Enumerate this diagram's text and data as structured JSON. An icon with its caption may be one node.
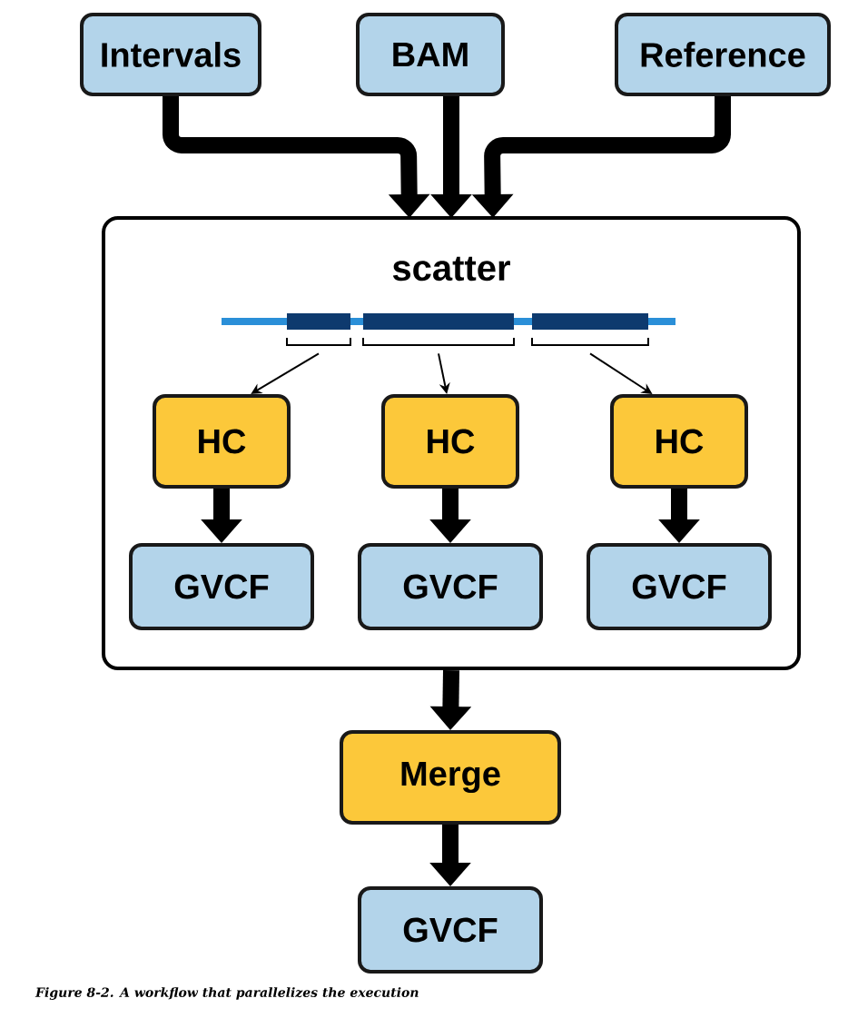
{
  "diagram": {
    "caption": "Figure 8-2. A workflow that parallelizes the execution",
    "nodes": [
      {
        "text": [
          "Intervals"
        ]
      },
      {
        "text": [
          "BAM"
        ]
      },
      {
        "text": [
          "Reference"
        ]
      },
      {
        "text": [
          "scatter"
        ]
      },
      {
        "text": [],
        "shape": "bar",
        "in": 3
      },
      {
        "text": [],
        "shape": "bar",
        "in": 3
      },
      {
        "text": [],
        "shape": "bar",
        "in": 3
      },
      {
        "text": [
          "HC"
        ],
        "in": 3
      },
      {
        "text": [
          "HC"
        ],
        "in": 3
      },
      {
        "text": [
          "HC"
        ],
        "in": 3
      },
      {
        "text": [
          "GVCF"
        ],
        "in": 3
      },
      {
        "text": [
          "GVCF"
        ],
        "in": 3
      },
      {
        "text": [
          "GVCF"
        ],
        "in": 3
      },
      {
        "text": [
          "Merge"
        ]
      },
      {
        "text": [
          "GVCF"
        ]
      }
    ],
    "edges": [
      {
        "from": 0,
        "to": 3,
        "arrow": "to"
      },
      {
        "from": 1,
        "to": 3,
        "arrow": "to"
      },
      {
        "from": 2,
        "to": 3,
        "arrow": "to"
      },
      {
        "from": 4,
        "to": 7,
        "arrow": "to"
      },
      {
        "from": 5,
        "to": 8,
        "arrow": "to"
      },
      {
        "from": 6,
        "to": 9,
        "arrow": "to"
      },
      {
        "from": 7,
        "to": 10,
        "arrow": "to"
      },
      {
        "from": 8,
        "to": 11,
        "arrow": "to"
      },
      {
        "from": 9,
        "to": 12,
        "arrow": "to"
      },
      {
        "from": 3,
        "to": 13,
        "arrow": "to"
      },
      {
        "from": 13,
        "to": 14,
        "arrow": "to"
      }
    ]
  }
}
